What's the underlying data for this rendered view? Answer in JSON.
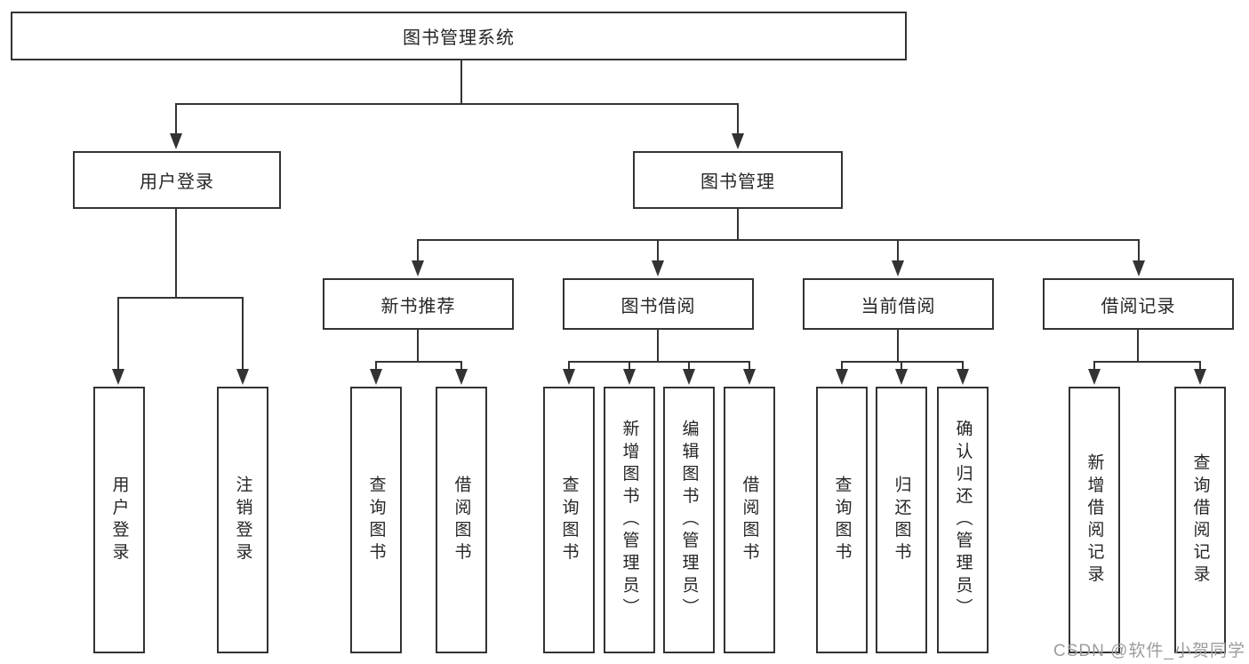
{
  "colors": {
    "line": "#333333",
    "text": "#262626",
    "watermark": "#9c9c9c"
  },
  "root": {
    "label": "图书管理系统"
  },
  "level2": {
    "user_login": {
      "label": "用户登录"
    },
    "book_mgmt": {
      "label": "图书管理"
    }
  },
  "level3": {
    "new_book_rec": {
      "label": "新书推荐"
    },
    "book_borrow": {
      "label": "图书借阅"
    },
    "current_borrow": {
      "label": "当前借阅"
    },
    "borrow_records": {
      "label": "借阅记录"
    }
  },
  "leaves": {
    "user_login": {
      "label": "用户登录"
    },
    "logout": {
      "label": "注销登录"
    },
    "nbr_query_books": {
      "label": "查询图书"
    },
    "nbr_borrow_books": {
      "label": "借阅图书"
    },
    "bb_query_books": {
      "label": "查询图书"
    },
    "bb_add_books": {
      "label": "新增图书（管理员）"
    },
    "bb_edit_books": {
      "label": "编辑图书（管理员）"
    },
    "bb_borrow_books": {
      "label": "借阅图书"
    },
    "cb_query_books": {
      "label": "查询图书"
    },
    "cb_return_books": {
      "label": "归还图书"
    },
    "cb_confirm_return": {
      "label": "确认归还（管理员）"
    },
    "br_add_record": {
      "label": "新增借阅记录"
    },
    "br_query_record": {
      "label": "查询借阅记录"
    }
  },
  "watermark": {
    "text": "CSDN @软件_小贺同学"
  }
}
